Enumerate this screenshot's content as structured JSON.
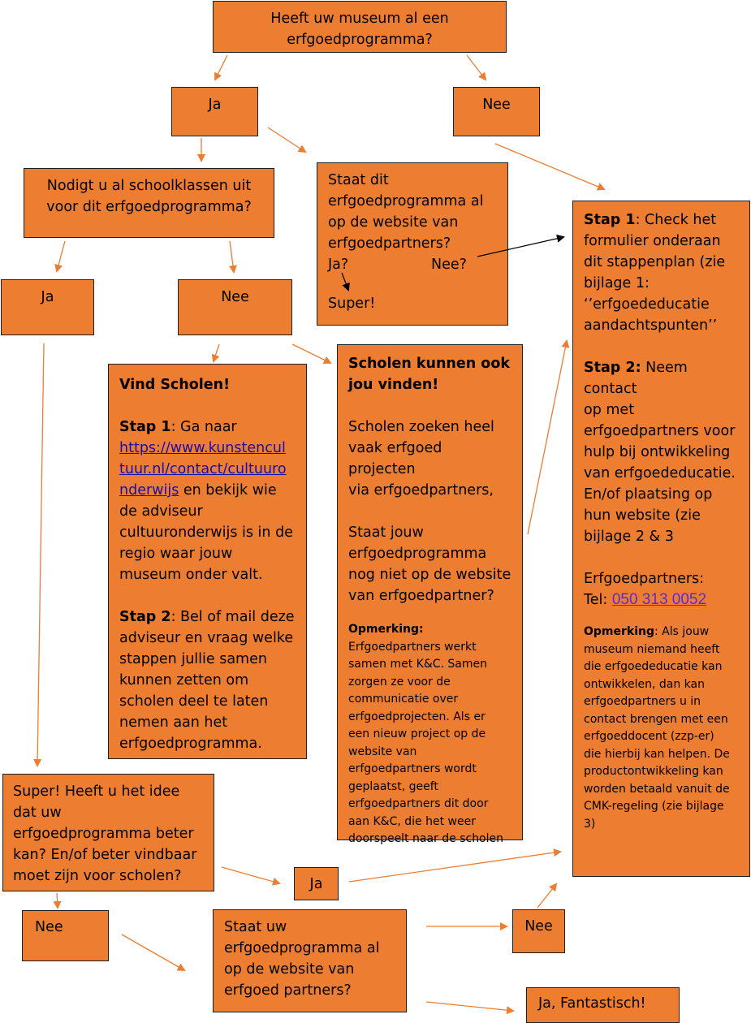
{
  "colors": {
    "box_fill": "#ed7d31",
    "arrow": "#ed7d31",
    "arrow_black": "#000000",
    "link": "#1a0dab"
  },
  "q1": {
    "line1": "Heeft uw museum al een",
    "line2": "erfgoedprogramma?"
  },
  "q1_ja": "Ja",
  "q1_nee": "Nee",
  "q2": {
    "line1": "Nodigt u al schoolklassen uit",
    "line2": "voor dit erfgoedprogramma?"
  },
  "q3": {
    "lines": [
      "Staat dit",
      "erfgoedprogramma al",
      "op de website van",
      "erfgoedpartners?"
    ],
    "ja": "Ja?",
    "nee": "Nee?",
    "super": "Super!"
  },
  "q2_ja": "Ja",
  "q2_nee": "Nee",
  "vind": {
    "title": "Vind Scholen!",
    "stap1_label": "Stap 1",
    "stap1_pre": ": Ga naar",
    "url": "https://www.kunstencultuur.nl/contact/cultuuronderwijs",
    "url_l1": "https://www.kunstencul",
    "url_l2": "tuur.nl/contact/cultuuro",
    "url_l3": "nderwijs",
    "stap1_lines": [
      " en bekijk wie",
      "de adviseur",
      "cultuuronderwijs is in de",
      "regio waar jouw",
      "museum onder valt."
    ],
    "stap2_label": "Stap 2",
    "stap2_lines": [
      ": Bel of mail deze",
      "adviseur en vraag welke",
      "stappen jullie samen",
      "kunnen zetten om",
      "scholen deel te laten",
      "nemen aan het",
      "erfgoedprogramma."
    ]
  },
  "scholen": {
    "title_l1": "Scholen kunnen ook",
    "title_l2": "jou vinden!",
    "p1": [
      "Scholen zoeken heel",
      "vaak erfgoed projecten",
      "via erfgoedpartners,"
    ],
    "p2": [
      "Staat jouw",
      "erfgoedprogramma",
      "nog niet op de website",
      "van erfgoedpartner?"
    ],
    "opm_label": "Opmerking:",
    "opm_lines": [
      "Erfgoedpartners werkt",
      "samen met K&C. Samen",
      "zorgen ze voor de",
      "communicatie over",
      "erfgoedprojecten. Als er",
      "een nieuw project op de",
      "website van",
      "erfgoedpartners wordt",
      "geplaatst, geeft",
      "erfgoedpartners dit door",
      "aan K&C, die het weer",
      "doorspeelt naar de scholen"
    ]
  },
  "stappen": {
    "stap1_label": "Stap 1",
    "stap1_lines": [
      ": Check het",
      "formulier onderaan",
      "dit stappenplan (zie",
      "bijlage 1:",
      "‘’erfgoededucatie",
      "aandachtspunten’’"
    ],
    "stap2_label": "Stap 2:",
    "stap2_lines": [
      " Neem contact",
      "op met",
      "erfgoedpartners voor",
      "hulp bij ontwikkeling",
      "van erfgoededucatie.",
      "En/of plaatsing op",
      "hun website (zie",
      "bijlage 2 & 3"
    ],
    "partners": "Erfgoedpartners:",
    "tel_label": "Tel:",
    "tel": "050 313 0052",
    "opm_label": "Opmerking",
    "opm_lines": [
      ": Als jouw",
      "museum niemand heeft",
      "die erfgoededucatie kan",
      "ontwikkelen, dan kan",
      "erfgoedpartners u in",
      "contact brengen met een",
      "erfgoeddocent (zzp-er)",
      "die hierbij kan helpen. De",
      "productontwikkeling kan",
      "worden betaald vanuit de",
      "CMK-regeling (zie bijlage",
      "3)"
    ]
  },
  "super_q": {
    "lines": [
      "Super! Heeft u het idee",
      "dat uw",
      "erfgoedprogramma beter",
      "kan? En/of beter vindbaar",
      "moet zijn voor scholen?"
    ]
  },
  "super_ja": "Ja",
  "super_nee": "Nee",
  "staat": {
    "lines": [
      "Staat uw",
      "erfgoedprogramma al",
      "op de website van",
      "erfgoed partners?"
    ]
  },
  "staat_nee": "Nee",
  "fantastisch": "Ja, Fantastisch!"
}
